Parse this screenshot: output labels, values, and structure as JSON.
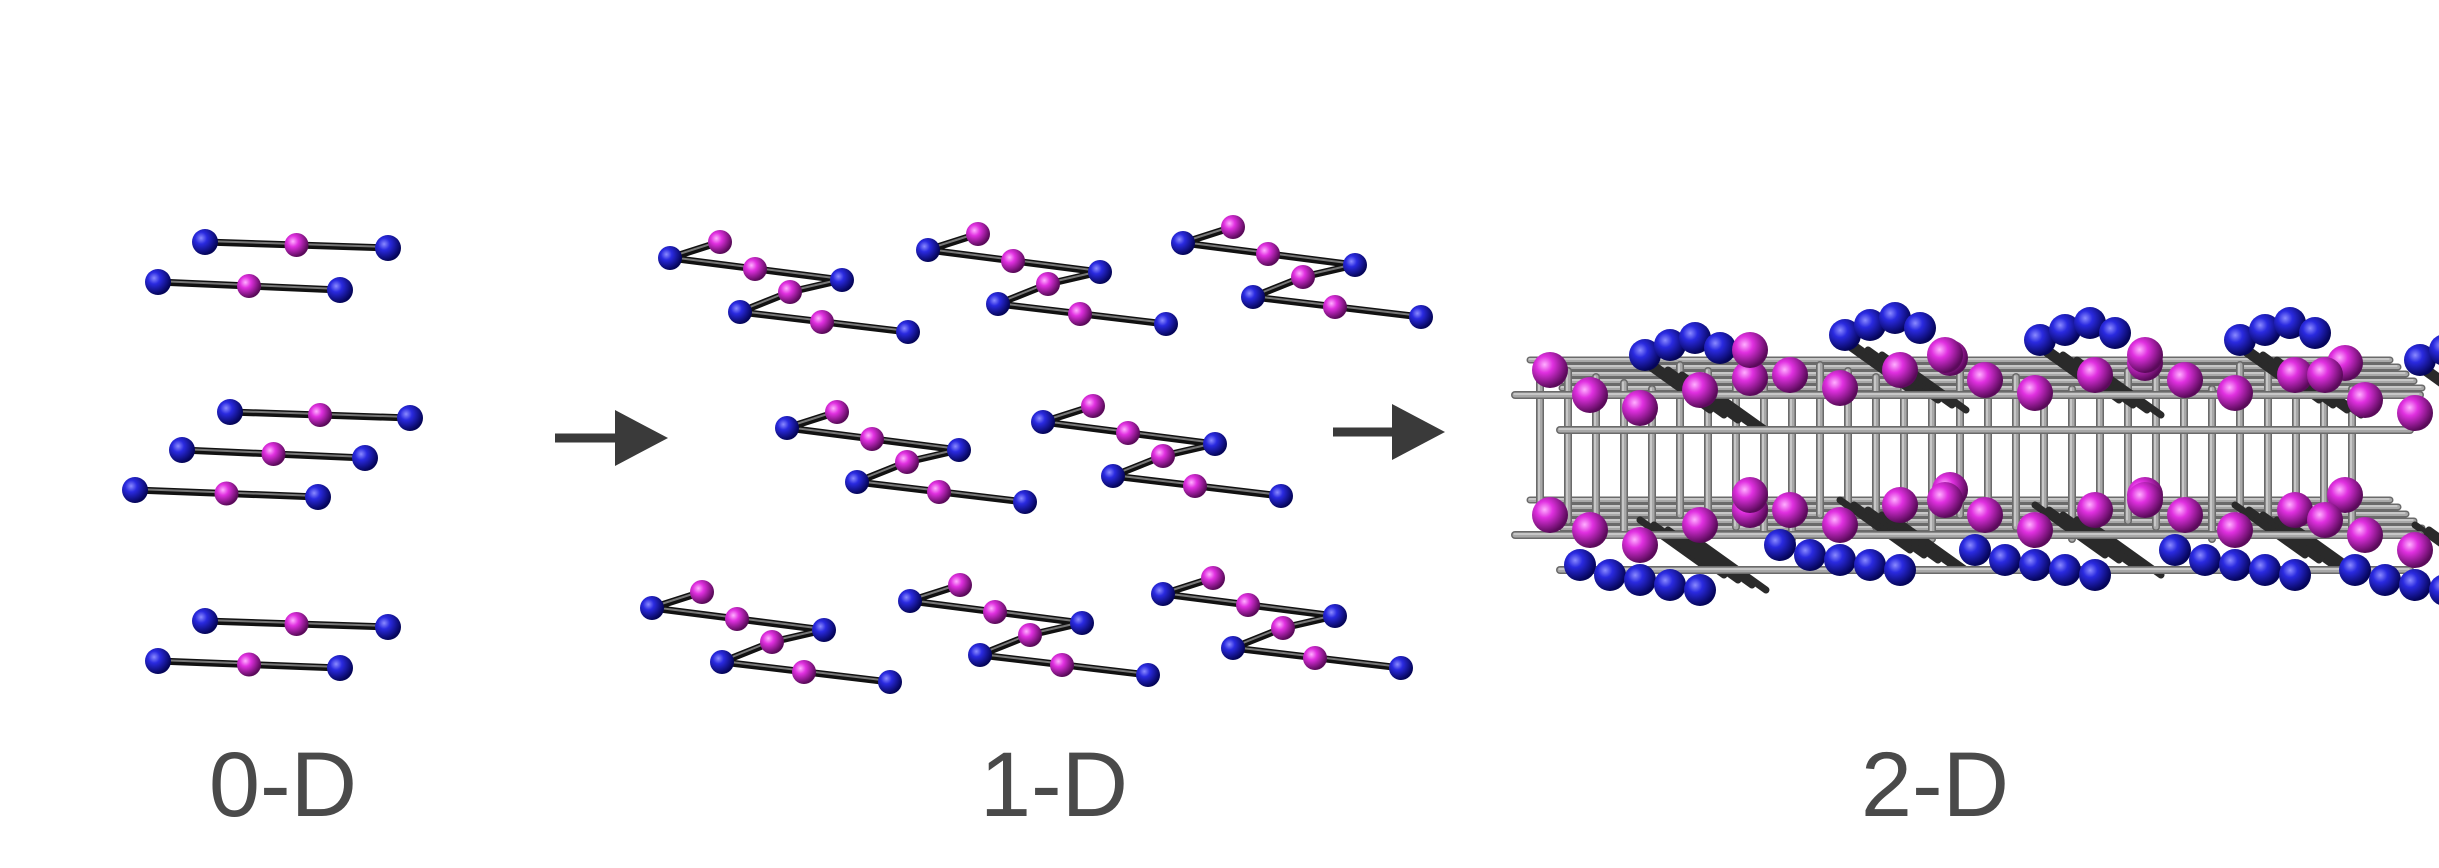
{
  "panels": [
    {
      "id": "0d",
      "label": "0-D"
    },
    {
      "id": "1d",
      "label": "1-D"
    },
    {
      "id": "2d",
      "label": "2-D"
    }
  ],
  "colors": {
    "blue_atom": "#1010c8",
    "magenta_atom": "#d020d0",
    "bond_dark": "#222222",
    "bond_light": "#9a9a9a",
    "arrow": "#3a3a3a",
    "label": "#4a4a4a"
  },
  "icons": {
    "arrow_1": "right-arrow-icon",
    "arrow_2": "right-arrow-icon"
  }
}
